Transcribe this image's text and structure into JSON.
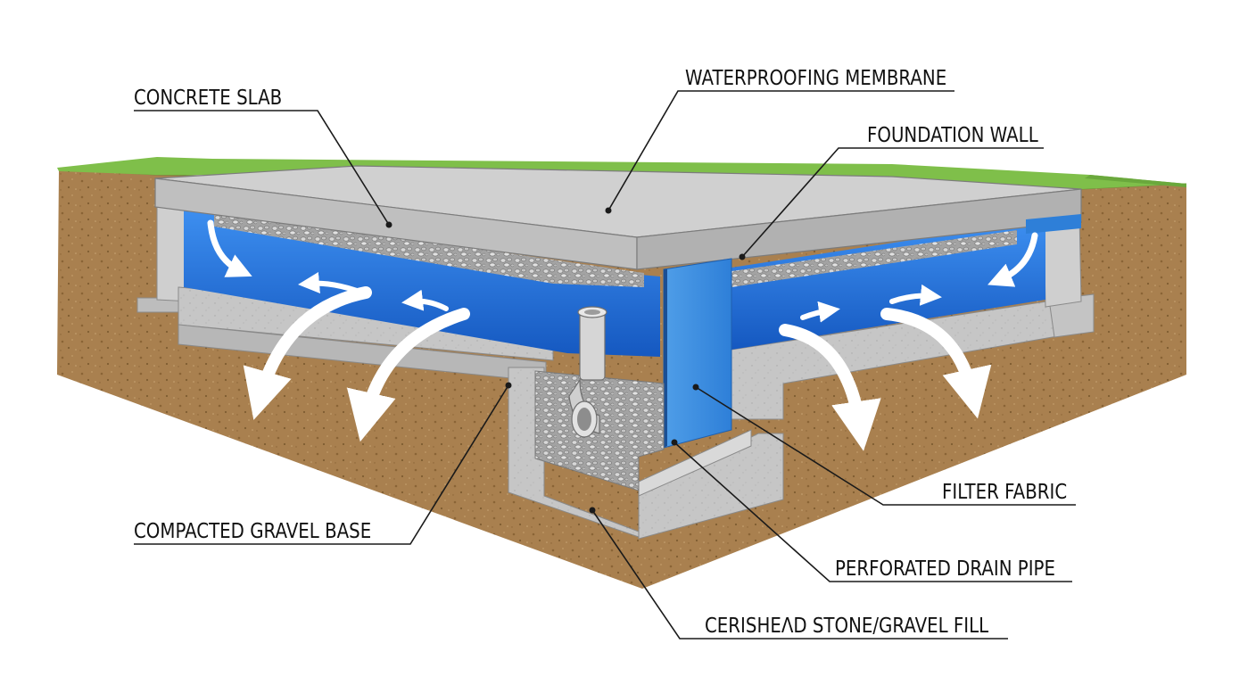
{
  "labels": {
    "concrete_slab": "CONCRETE SLAB",
    "waterproofing_membrane": "WATERPROOFING MEMBRANE",
    "foundation_wall": "FOUNDATION WALL",
    "filter_fabric": "FILTER FABRIC",
    "compacted_gravel_base": "COMPACTED GRAVEL BASE",
    "perforated_drain_pipe": "PERFORATED DRAIN PIPE",
    "crushed_stone_gravel_fill": "CERISHEɅD STONE/GRAVEL FILL"
  },
  "colors": {
    "grass": "#7fbf4a",
    "soil": "#a9804f",
    "soil_dark": "#8c6a3f",
    "concrete_top": "#cfcfcf",
    "concrete_face": "#bdbdbd",
    "water_blue": "#1f6fd6",
    "water_blue_light": "#3d8ff0",
    "gravel": "#9a9a9a",
    "pipe": "#d6d6d6",
    "arrow": "#ffffff",
    "leader": "#1a1a1a"
  },
  "icons": [
    "flow-arrow-icon",
    "drain-pipe-icon",
    "gravel-texture-icon"
  ]
}
